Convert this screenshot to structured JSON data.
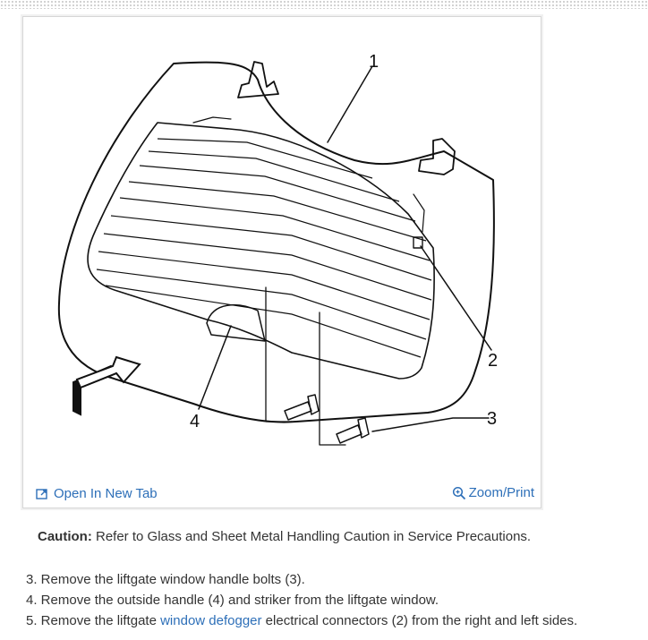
{
  "figure": {
    "callouts": [
      "1",
      "2",
      "3",
      "4"
    ],
    "open_tab_label": "Open In New Tab",
    "zoom_label": "Zoom/Print",
    "icons": {
      "open_tab": "external-link-icon",
      "zoom": "magnifier-icon"
    },
    "accent_color": "#2d6fb8"
  },
  "caution": {
    "label": "Caution:",
    "text": " Refer to Glass and Sheet Metal Handling Caution in Service Precautions."
  },
  "steps": [
    {
      "number": "3.",
      "text": " Remove the liftgate window handle bolts (3)."
    },
    {
      "number": "4.",
      "text": " Remove the outside handle (4) and striker from the liftgate window."
    },
    {
      "number": "5.",
      "pre": " Remove the liftgate ",
      "link": "window defogger",
      "post": " electrical connectors (2) from the right and left sides."
    }
  ]
}
